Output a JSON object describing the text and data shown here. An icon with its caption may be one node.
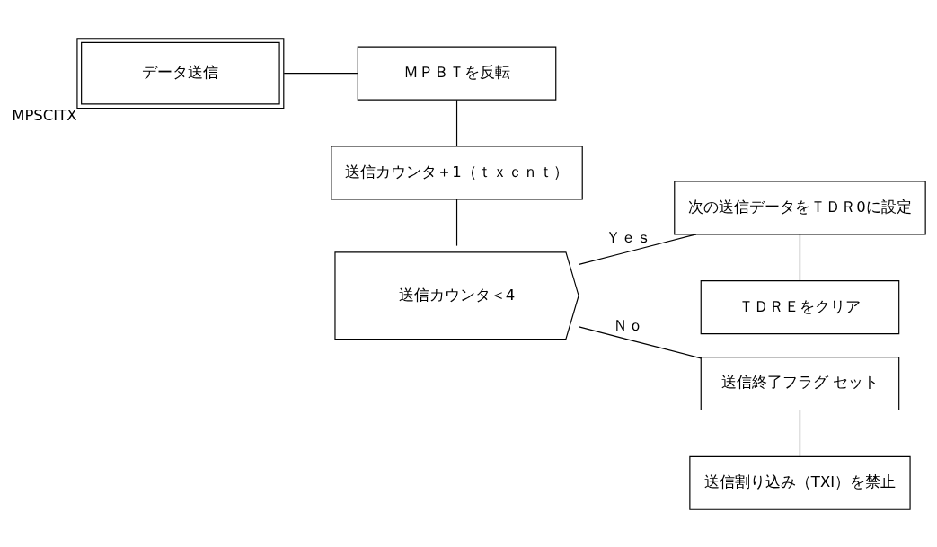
{
  "diagram": {
    "nodes": [
      {
        "text": [
          "データ送信"
        ],
        "beside": [
          "MPSCITX"
        ]
      },
      {
        "text": [
          "ＭＰＢＴを反転"
        ]
      },
      {
        "text": [
          "送信カウンタ＋1（ｔｘｃｎｔ）"
        ]
      },
      {
        "text": [
          "送信カウンタ＜4"
        ]
      },
      {
        "text": [
          "次の送信データをＴＤＲ0に設定"
        ]
      },
      {
        "text": [
          "ＴＤＲＥをクリア"
        ]
      },
      {
        "text": [
          "送信終了フラグ セット"
        ]
      },
      {
        "text": [
          "送信割り込み（TXI）を禁止"
        ]
      }
    ],
    "edges": [
      {
        "from": 0,
        "to": 1,
        "arrow": "none"
      },
      {
        "from": 1,
        "to": 2,
        "arrow": "none"
      },
      {
        "from": 2,
        "to": 3,
        "arrow": "none"
      },
      {
        "from": 3,
        "to": 4,
        "arrow": "none",
        "label": "Ｙｅｓ"
      },
      {
        "from": 4,
        "to": 5,
        "arrow": "none"
      },
      {
        "from": 3,
        "to": 6,
        "arrow": "none",
        "label": "Ｎｏ"
      },
      {
        "from": 6,
        "to": 7,
        "arrow": "none"
      }
    ]
  }
}
